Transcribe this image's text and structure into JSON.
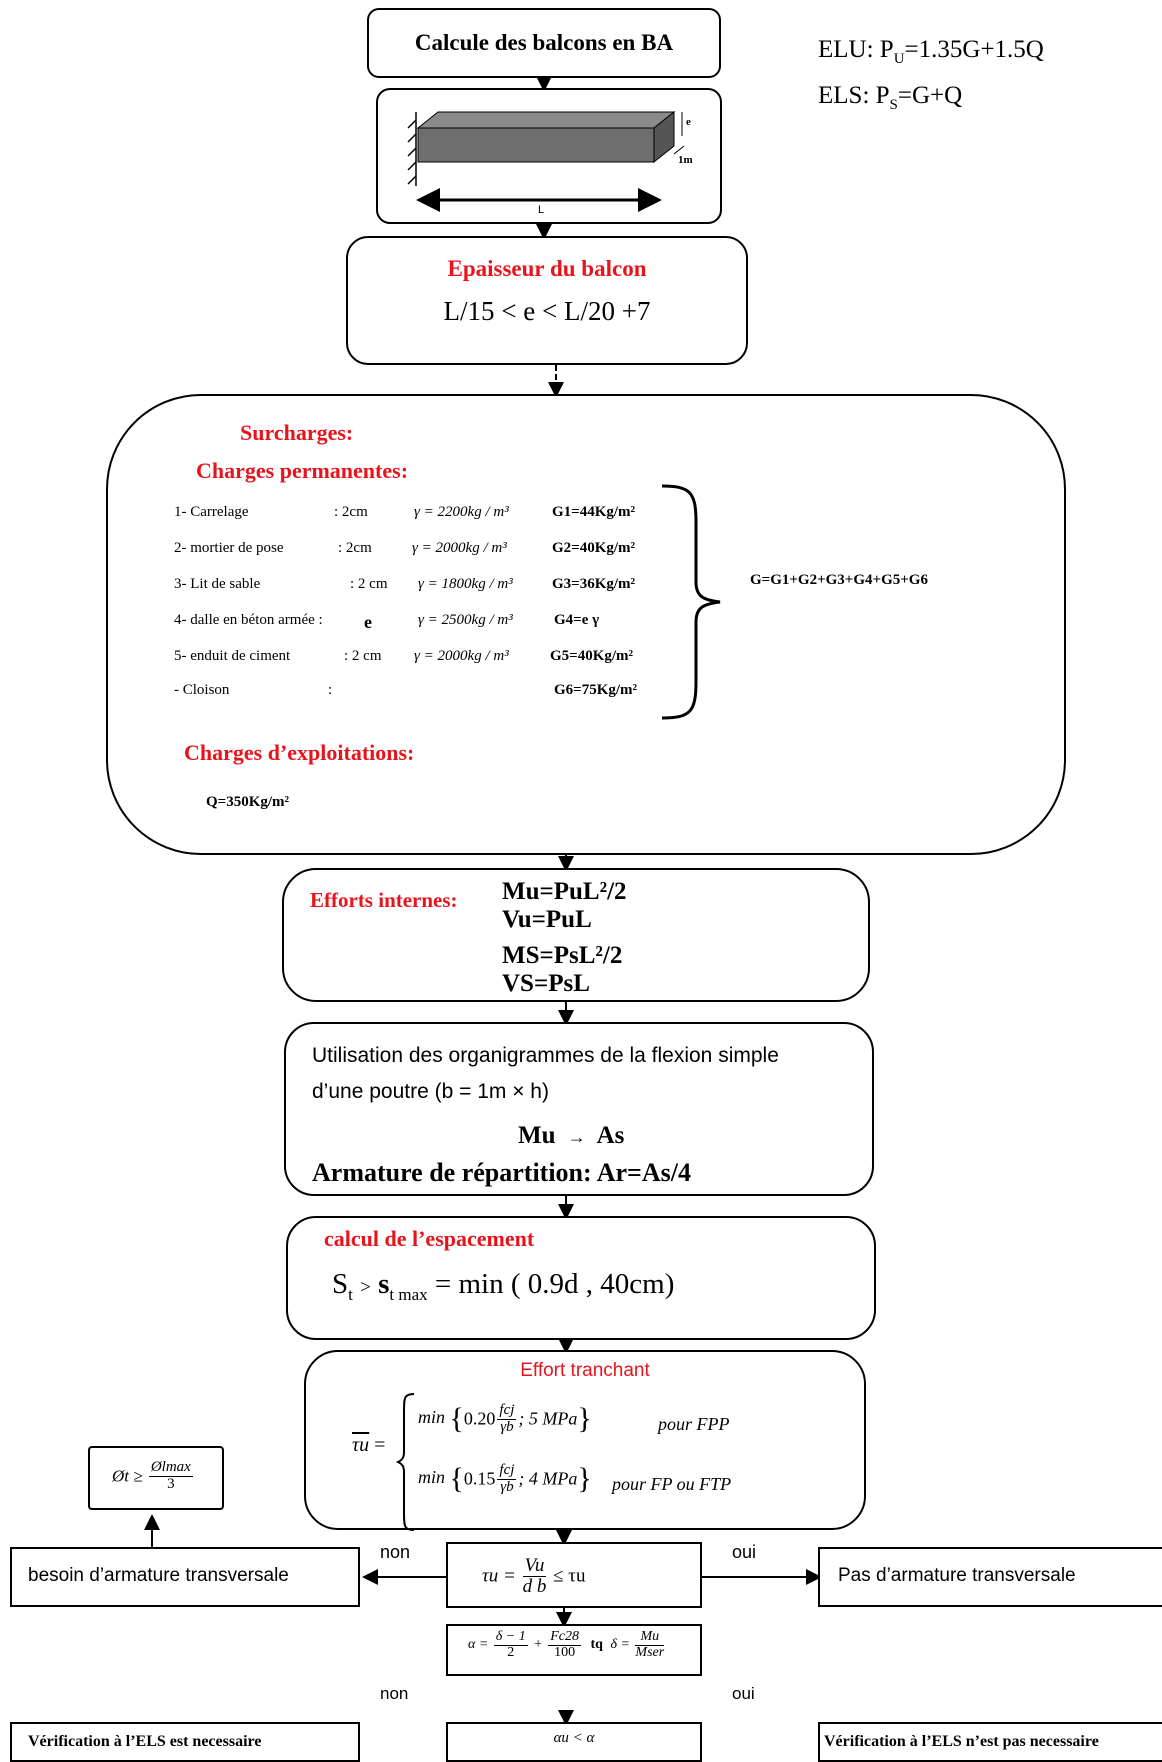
{
  "header": {
    "title": "Calcule des balcons en BA",
    "elu_prefix": "ELU: P",
    "elu_sub": "U",
    "elu_rest": "=1.35G+1.5Q",
    "els_prefix": "ELS: P",
    "els_sub": "S",
    "els_rest": "=G+Q"
  },
  "sketch": {
    "e_label": "e",
    "width_label": "1m",
    "length_label": "L"
  },
  "thickness": {
    "title": "Epaisseur du balcon",
    "formula": "L/15 < e < L/20  +7"
  },
  "loads": {
    "title": "Surcharges:",
    "permanent_title": "Charges permanentes:",
    "rows": [
      {
        "name": "1- Carrelage",
        "thick": ":  2cm",
        "gamma": "γ = 2200kg / m³",
        "value": "G1=44Kg/m²"
      },
      {
        "name": "2- mortier de pose",
        "thick": ": 2cm",
        "gamma": "γ = 2000kg / m³",
        "value": "G2=40Kg/m²"
      },
      {
        "name": "3- Lit de sable",
        "thick": ": 2 cm",
        "gamma": "γ = 1800kg / m³",
        "value": "G3=36Kg/m²"
      },
      {
        "name": "4- dalle en béton armée :",
        "thick": "e",
        "gamma": "γ = 2500kg / m³",
        "value": "G4=e  γ"
      },
      {
        "name": "5- enduit de ciment",
        "thick": ": 2 cm",
        "gamma": "γ = 2000kg / m³",
        "value": "G5=40Kg/m²"
      },
      {
        "name": "- Cloison",
        "thick": ":",
        "gamma": "",
        "value": "G6=75Kg/m²"
      }
    ],
    "sum": "G=G1+G2+G3+G4+G5+G6",
    "exploitation_title": "Charges d’exploitations:",
    "q": "Q=350Kg/m²"
  },
  "efforts": {
    "title": "Efforts internes:",
    "mu": "Mu=PuL²/2",
    "vu": "Vu=PuL",
    "ms": "MS=PsL²/2",
    "vs": "VS=PsL"
  },
  "flexion": {
    "line1": "Utilisation des organigrammes de la flexion simple",
    "line2": "d’une poutre   (b = 1m × h)",
    "mu_label": "Mu",
    "arrow": "→",
    "as_label": "As",
    "repartition": "Armature de répartition: Ar=As/4"
  },
  "spacing": {
    "title": "calcul de l’espacement",
    "s": "S",
    "s_sub": "t",
    "gt": ">",
    "smax": "s",
    "smax_sub": "t max",
    "rest": "= min ( 0.9d , 40cm)"
  },
  "shear": {
    "title": "Effort tranchant",
    "tau_bar": "τu",
    "eq": "=",
    "min1_pre": "min",
    "coef1": "0.20",
    "fcj": "fcj",
    "gamma_b": "γb",
    "lim1": "; 5 MPa",
    "pour1": "pour FPP",
    "coef2": "0.15",
    "lim2": "; 4 MPa",
    "pour2": "pour FP ou FTP"
  },
  "phi": {
    "left": "Øt ≥",
    "num": "Ølmax",
    "den": "3"
  },
  "check_tau": {
    "tau": "τu =",
    "num": "Vu",
    "den": "d b",
    "rhs": "≤  τu"
  },
  "branch1": {
    "non": "non",
    "oui": "oui",
    "left": "besoin d’armature transversale",
    "right": "Pas d’armature transversale"
  },
  "alpha": {
    "alpha_eq": "α =",
    "f1_num": "δ − 1",
    "f1_den": "2",
    "plus": "+",
    "f2_num": "Fc28",
    "f2_den": "100",
    "tq": "tq",
    "delta_eq": "δ =",
    "f3_num": "Mu",
    "f3_den": "Mser"
  },
  "branch2": {
    "non": "non",
    "oui": "oui",
    "condition": "αu < α",
    "left": "Vérification à l’ELS est necessaire",
    "right": "Vérification à l’ELS n’est pas necessaire"
  }
}
